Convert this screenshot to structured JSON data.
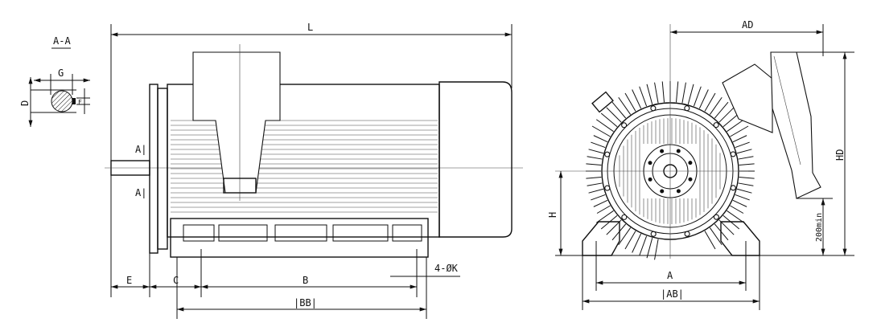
{
  "title": "Motor outline dimension drawing",
  "section": {
    "label": "A-A",
    "dims": {
      "d": "D",
      "g": "G",
      "f": "F"
    }
  },
  "side_view": {
    "dims": {
      "l": "L",
      "e": "E",
      "c": "C",
      "b": "B",
      "bb": "|BB|",
      "k": "4-ØK",
      "a_upper": "A|",
      "a_lower": "A|"
    }
  },
  "front_view": {
    "dims": {
      "ad": "AD",
      "hd": "HD",
      "h": "H",
      "a": "A",
      "ab": "|AB|",
      "clearance": "200min"
    }
  }
}
